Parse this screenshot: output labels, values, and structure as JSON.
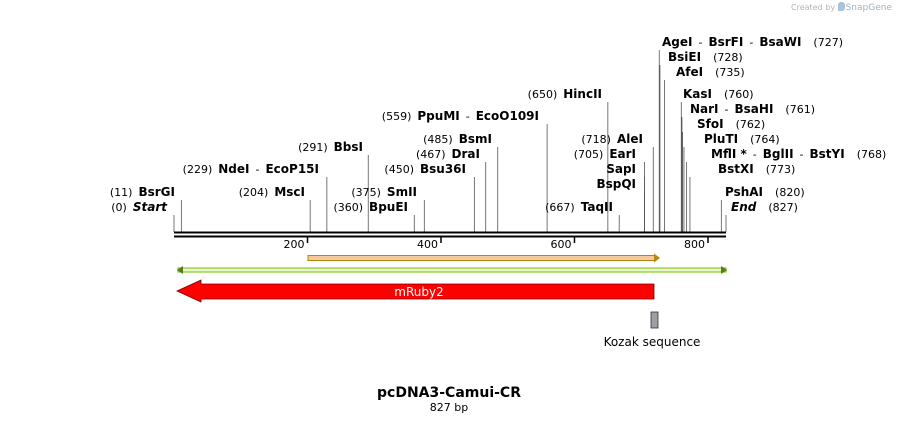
{
  "credit": {
    "prefix": "Created by",
    "brand": "SnapGene"
  },
  "map": {
    "name": "pcDNA3-Camui-CR",
    "length_label": "827 bp",
    "length": 827,
    "ticks": [
      "200",
      "400",
      "600",
      "800"
    ],
    "tick_values": [
      200,
      400,
      600,
      800
    ]
  },
  "sites": [
    {
      "parts": [
        "AgeI",
        "BsrFI",
        "BsaWI"
      ],
      "pos": 727,
      "pos_label": "(727)",
      "label_side": "right"
    },
    {
      "parts": [
        "BsiEI"
      ],
      "pos": 728,
      "pos_label": "(728)",
      "label_side": "right"
    },
    {
      "parts": [
        "AfeI"
      ],
      "pos": 735,
      "pos_label": "(735)",
      "label_side": "right"
    },
    {
      "parts": [
        "KasI"
      ],
      "pos": 760,
      "pos_label": "(760)",
      "label_side": "right"
    },
    {
      "parts": [
        "NarI",
        "BsaHI"
      ],
      "pos": 761,
      "pos_label": "(761)",
      "label_side": "right"
    },
    {
      "parts": [
        "SfoI"
      ],
      "pos": 762,
      "pos_label": "(762)",
      "label_side": "right"
    },
    {
      "parts": [
        "PluTI"
      ],
      "pos": 764,
      "pos_label": "(764)",
      "label_side": "right"
    },
    {
      "parts": [
        "MflI *",
        "BglII",
        "BstYI"
      ],
      "pos": 768,
      "pos_label": "(768)",
      "label_side": "right"
    },
    {
      "parts": [
        "BstXI"
      ],
      "pos": 773,
      "pos_label": "(773)",
      "label_side": "right"
    },
    {
      "parts": [
        "PshAI"
      ],
      "pos": 820,
      "pos_label": "(820)",
      "label_side": "right"
    },
    {
      "parts": [
        "End"
      ],
      "pos": 827,
      "pos_label": "(827)",
      "label_side": "right",
      "italic": true
    },
    {
      "parts": [
        "HincII"
      ],
      "pos": 650,
      "pos_label": "(650)",
      "label_side": "left"
    },
    {
      "parts": [
        "PpuMI",
        "EcoO109I"
      ],
      "pos": 559,
      "pos_label": "(559)",
      "label_side": "left"
    },
    {
      "parts": [
        "BsmI"
      ],
      "pos": 485,
      "pos_label": "(485)",
      "label_side": "left"
    },
    {
      "parts": [
        "DraI"
      ],
      "pos": 467,
      "pos_label": "(467)",
      "label_side": "left"
    },
    {
      "parts": [
        "Bsu36I"
      ],
      "pos": 450,
      "pos_label": "(450)",
      "label_side": "left"
    },
    {
      "parts": [
        "AleI"
      ],
      "pos": 718,
      "pos_label": "(718)",
      "label_side": "left"
    },
    {
      "parts": [
        "EarI"
      ],
      "pos": 705,
      "pos_label": "(705)",
      "label_side": "left"
    },
    {
      "parts": [
        "SapI"
      ],
      "pos": 705,
      "pos_label": "",
      "label_side": "left"
    },
    {
      "parts": [
        "BspQI"
      ],
      "pos": 705,
      "pos_label": "",
      "label_side": "left"
    },
    {
      "parts": [
        "TaqII"
      ],
      "pos": 667,
      "pos_label": "(667)",
      "label_side": "left"
    },
    {
      "parts": [
        "BbsI"
      ],
      "pos": 291,
      "pos_label": "(291)",
      "label_side": "left"
    },
    {
      "parts": [
        "NdeI",
        "EcoP15I"
      ],
      "pos": 229,
      "pos_label": "(229)",
      "label_side": "left"
    },
    {
      "parts": [
        "MscI"
      ],
      "pos": 204,
      "pos_label": "(204)",
      "label_side": "left"
    },
    {
      "parts": [
        "SmII"
      ],
      "pos": 375,
      "pos_label": "(375)",
      "label_side": "left"
    },
    {
      "parts": [
        "BpuEI"
      ],
      "pos": 360,
      "pos_label": "(360)",
      "label_side": "left"
    },
    {
      "parts": [
        "BsrGI"
      ],
      "pos": 11,
      "pos_label": "(11)",
      "label_side": "left"
    },
    {
      "parts": [
        "Start"
      ],
      "pos": 0,
      "pos_label": "(0)",
      "label_side": "left",
      "italic": true
    }
  ],
  "features": {
    "orf_color": "#b8860b",
    "orf_fill": "#f5c9a0",
    "vector_color": "#8ac926",
    "mruby": {
      "label": "mRuby2",
      "color": "#ff0000"
    },
    "kozak": {
      "label": "Kozak sequence",
      "color": "#9aa0a6"
    }
  }
}
